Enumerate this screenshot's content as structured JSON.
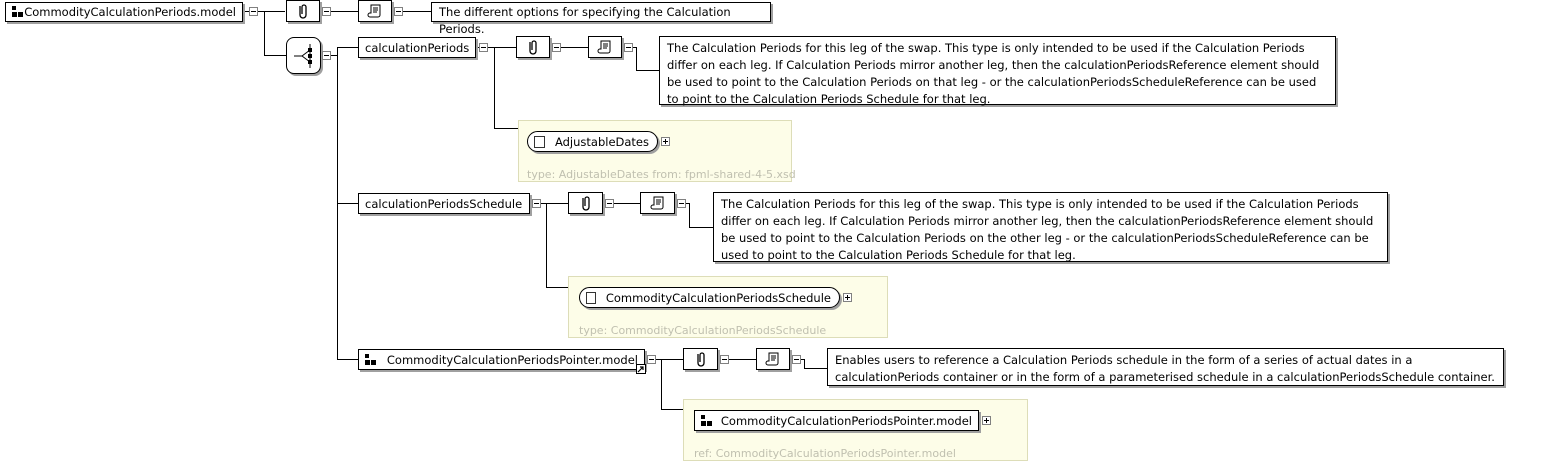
{
  "root": {
    "name": "CommodityCalculationPeriods.model",
    "annotation": "The different options for specifying the Calculation Periods."
  },
  "elements": [
    {
      "name": "calculationPeriods",
      "annotation": "The Calculation Periods for this leg of the swap. This type is only intended to be used if the Calculation Periods differ on each leg. If Calculation Periods mirror another leg, then the calculationPeriodsReference element should be used to point to the Calculation Periods on that leg - or the calculationPeriodsScheduleReference can be used to point to the Calculation Periods Schedule for that leg.",
      "type_name": "AdjustableDates",
      "type_label": "type: AdjustableDates from: fpml-shared-4-5.xsd"
    },
    {
      "name": "calculationPeriodsSchedule",
      "annotation": "The Calculation Periods for this leg of the swap. This type is only intended to be used if the Calculation Periods differ on each leg. If Calculation Periods mirror another leg, then the calculationPeriodsReference element should be used to point to the Calculation Periods on the other leg - or the calculationPeriodsScheduleReference can be used to point to the Calculation Periods Schedule for that leg.",
      "type_name": "CommodityCalculationPeriodsSchedule",
      "type_label": "type: CommodityCalculationPeriodsSchedule"
    },
    {
      "name": "CommodityCalculationPeriodsPointer.model",
      "annotation": "Enables users to reference a Calculation Periods schedule in the form of a series of actual dates in a calculationPeriods container or in the form of a parameterised schedule in a calculationPeriodsSchedule container.",
      "type_name": "CommodityCalculationPeriodsPointer.model",
      "type_label": "ref: CommodityCalculationPeriodsPointer.model"
    }
  ],
  "icons": {
    "group": "model-group-icon",
    "attachment": "paperclip-icon",
    "documentation": "scroll-icon",
    "sequence": "sequence-compositor-icon",
    "expand": "plus-icon",
    "collapse": "minus-icon",
    "reference": "reference-arrow-icon"
  }
}
